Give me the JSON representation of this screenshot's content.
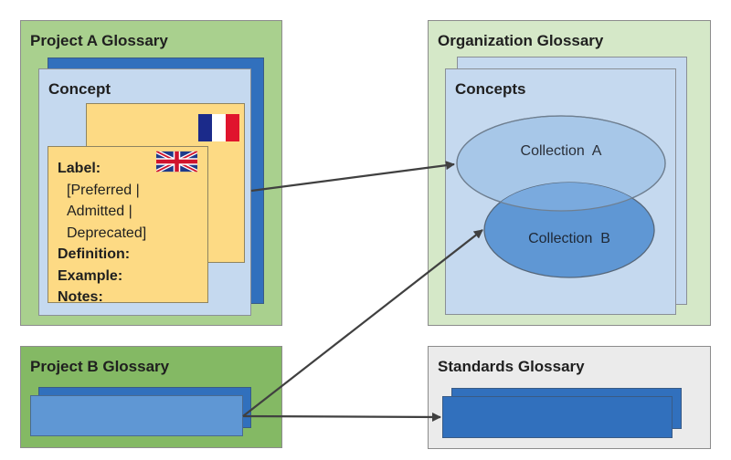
{
  "diagram": {
    "project_a": {
      "title": "Project A Glossary",
      "concept_title": "Concept",
      "concept_card": {
        "label_heading": "Label:",
        "label_values": [
          "[Preferred |",
          "Admitted |",
          "Deprecated]"
        ],
        "definition": "Definition:",
        "example": "Example:",
        "notes": "Notes:"
      },
      "languages": [
        {
          "name": "French",
          "icon": "french-flag-icon"
        },
        {
          "name": "English (UK)",
          "icon": "uk-flag-icon"
        }
      ]
    },
    "organization": {
      "title": "Organization Glossary",
      "concepts_title": "Concepts",
      "collections": [
        {
          "label": "Collection  A",
          "color": "#a7c7e8"
        },
        {
          "label": "Collection  B",
          "color": "#5f97d4"
        }
      ]
    },
    "project_b": {
      "title": "Project B Glossary"
    },
    "standards": {
      "title": "Standards Glossary"
    },
    "connections": [
      {
        "from": "Project A Glossary concept",
        "to": "Collection A"
      },
      {
        "from": "Project B Glossary concepts",
        "to": "Collection B"
      },
      {
        "from": "Project B Glossary concepts",
        "to": "Standards Glossary concepts"
      }
    ],
    "colors": {
      "project_a_bg": "#a9d08e",
      "organization_bg": "#d5e8c8",
      "project_b_bg": "#84b964",
      "standards_bg": "#ebebeb",
      "concept_blue": "#3170bd",
      "concept_pale": "#c5d9ef",
      "card_yellow": "#fdda84",
      "arrow": "#404040"
    }
  }
}
